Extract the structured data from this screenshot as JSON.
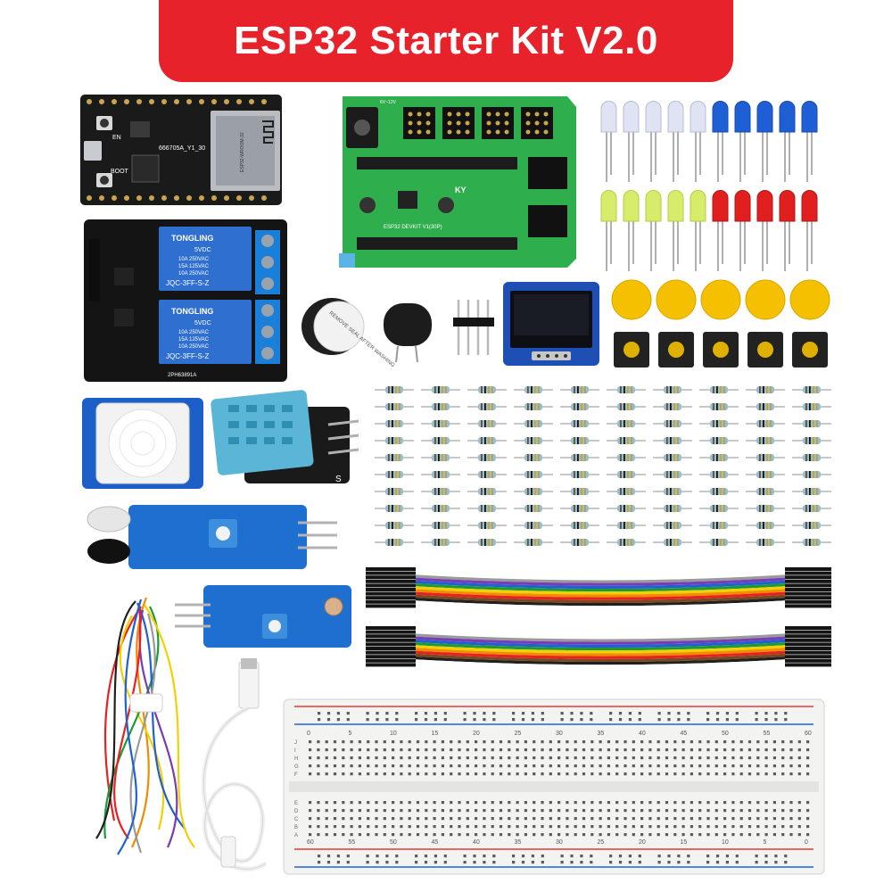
{
  "banner": {
    "title": "ESP32 Starter Kit V2.0",
    "color": "#e8222b",
    "text_color": "#ffffff"
  },
  "components": {
    "esp32_board": {
      "name": "esp32-devkit-board",
      "pcb_label": "666705A_Y1_30",
      "chip_label": "ESP32-WROOM-32",
      "button_en": "EN",
      "button_boot": "BOOT"
    },
    "expansion_shield": {
      "name": "esp32-expansion-shield",
      "label": "ESP32 DEVKIT V1(30P)",
      "power_label": "6V~12V",
      "logo": "KY",
      "color": "#2aa84a"
    },
    "relay_module": {
      "name": "two-channel-relay-module",
      "relay_brand": "TONGLING",
      "relay_voltage": "5VDC",
      "rating_1": "10A 250VAC",
      "rating_2": "15A 125VAC",
      "rating_3": "10A 250VAC",
      "model": "JQC-3FF-S-Z",
      "pcb_label": "2PH63891A"
    },
    "leds": {
      "name": "led-set",
      "colors": [
        "clear",
        "blue",
        "yellow",
        "red"
      ],
      "count_per_color": 5
    },
    "buzzer": {
      "name": "buzzer-pair",
      "sticker": "REMOVE SEAL AFTER WASHING"
    },
    "pin_header": {
      "name": "pin-header"
    },
    "oled": {
      "name": "oled-display-module"
    },
    "push_buttons": {
      "name": "push-button-set",
      "cap_color": "#f5c000",
      "count": 5
    },
    "pir_sensor": {
      "name": "pir-motion-sensor"
    },
    "dht_sensor": {
      "name": "dht11-sensor-module",
      "pin_label": "S"
    },
    "ir_sensor": {
      "name": "ir-obstacle-sensor"
    },
    "light_sensor": {
      "name": "light-sensor-module"
    },
    "resistors": {
      "name": "resistor-grid",
      "columns": 10,
      "rows": 10
    },
    "dupont_wires": {
      "name": "dupont-jumper-wires",
      "bundles": 2
    },
    "jumper_wires": {
      "name": "jumper-wire-bundle"
    },
    "usb_cable": {
      "name": "usb-cable"
    },
    "breadboard": {
      "name": "breadboard-830",
      "col_numbers_top": [
        "0",
        "5",
        "10",
        "15",
        "20",
        "25",
        "30",
        "35",
        "40",
        "45",
        "50",
        "55",
        "60"
      ],
      "col_numbers_bottom": [
        "60",
        "55",
        "50",
        "45",
        "40",
        "35",
        "30",
        "25",
        "20",
        "15",
        "10",
        "5",
        "0"
      ],
      "row_letters_top": [
        "J",
        "I",
        "H",
        "G",
        "F"
      ],
      "row_letters_bottom": [
        "E",
        "D",
        "C",
        "B",
        "A"
      ]
    }
  }
}
